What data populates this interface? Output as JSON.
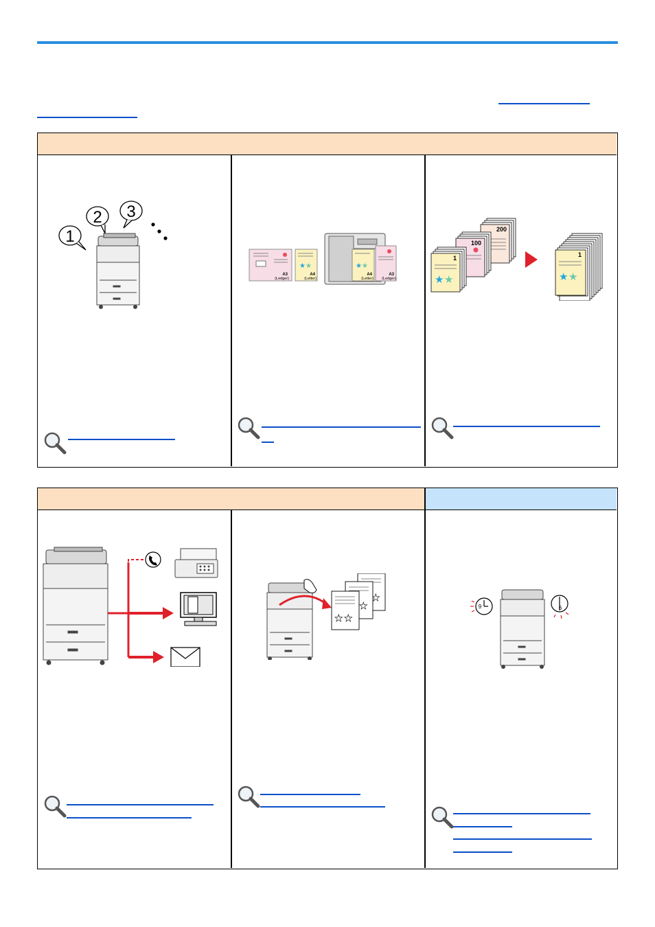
{
  "colors": {
    "rule": "#2a8fe0",
    "header_orange": "#fde0c2",
    "header_blue": "#c5e4fb",
    "link": "#0a4fc8",
    "arrow_red": "#e0202a",
    "pink_paper": "#f7dde6",
    "yellow_paper": "#fbf2bf"
  },
  "illustrations": {
    "numbered_copies": {
      "bubbles": [
        "1",
        "2",
        "3"
      ]
    },
    "mixed_sizes": {
      "a3_label": "A3",
      "a3_sub": "(Ledger)",
      "a4_label": "A4",
      "a4_sub": "(Letter)"
    },
    "batch_scan": {
      "page_200": "200",
      "page_100": "100",
      "page_1": "1",
      "result_page": "1"
    },
    "energy_schedule": {
      "clock_left": "9",
      "clock_right": "6"
    }
  },
  "icons": {
    "magnifier": "magnifier-icon",
    "phone": "phone-icon",
    "fax": "fax-machine-icon",
    "computer": "computer-icon",
    "mail": "envelope-icon",
    "hand": "hand-icon",
    "clock": "clock-icon"
  }
}
